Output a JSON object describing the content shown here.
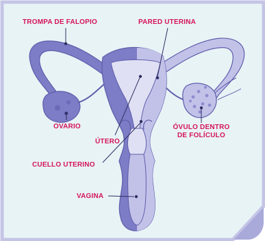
{
  "labels": {
    "fallopian_tube": "TROMPA DE FALOPIO",
    "uterine_wall": "PARED UTERINA",
    "ovary": "OVARIO",
    "uterus": "ÚTERO",
    "ovum_line1": "ÓVULO DENTRO",
    "ovum_line2": "DE FOLÍCULO",
    "cervix": "CUELLO UTERINO",
    "vagina": "VAGINA"
  },
  "colors": {
    "label_text": "#d4145a",
    "panel_background": "#e8f3f6",
    "panel_border": "#c4c4e6",
    "corner_fold": "#a9a9da",
    "dark_tissue": "#7d7cc6",
    "light_tissue": "#c2c2e9",
    "inner_cavity": "#e0e0f4",
    "outline": "#5f5daa",
    "leader_line": "#2f2f63"
  }
}
